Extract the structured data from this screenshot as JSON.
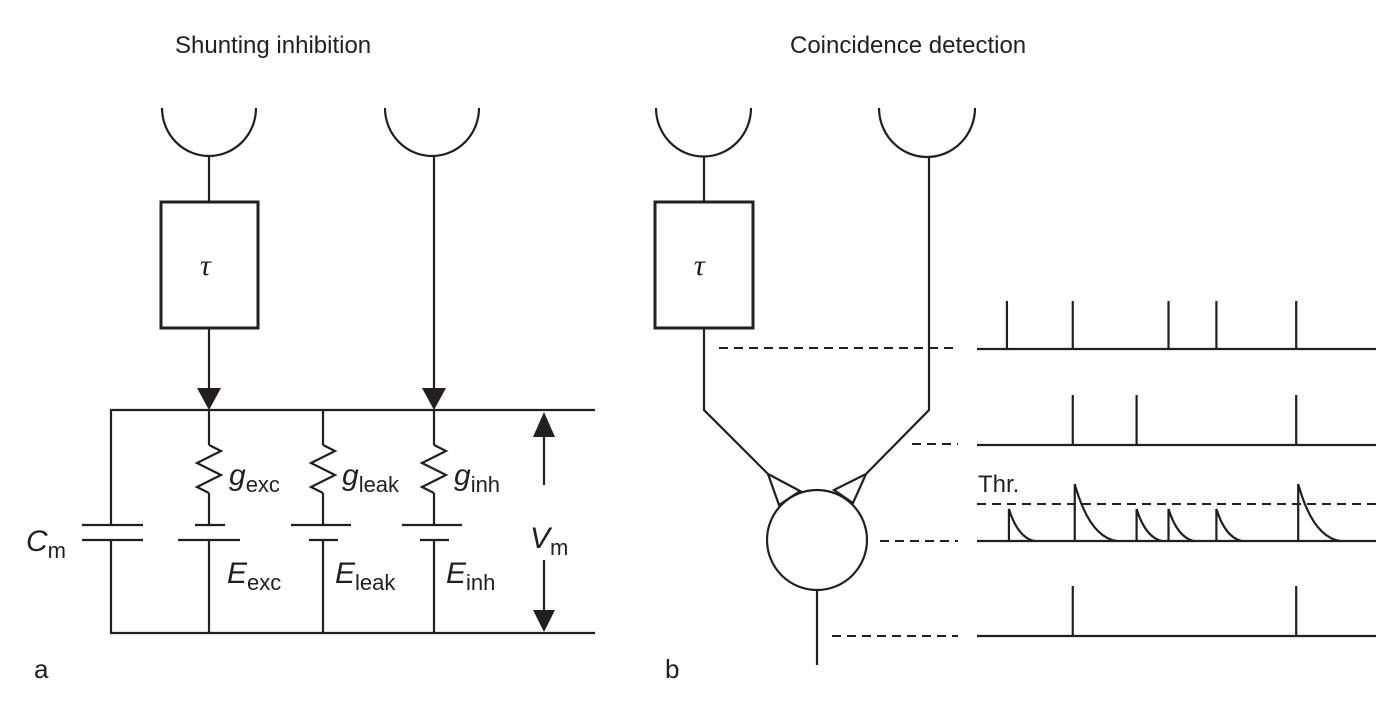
{
  "panel_a": {
    "title": "Shunting inhibition",
    "label": "a",
    "delay_symbol": "τ",
    "capacitor": {
      "symbol": "C",
      "subscript": "m"
    },
    "voltage": {
      "symbol": "V",
      "subscript": "m"
    },
    "branches": [
      {
        "name": "excitatory",
        "conductance": {
          "symbol": "g",
          "subscript": "exc"
        },
        "reversal": {
          "symbol": "E",
          "subscript": "exc"
        }
      },
      {
        "name": "leak",
        "conductance": {
          "symbol": "g",
          "subscript": "leak"
        },
        "reversal": {
          "symbol": "E",
          "subscript": "leak"
        }
      },
      {
        "name": "inhibitory",
        "conductance": {
          "symbol": "g",
          "subscript": "inh"
        },
        "reversal": {
          "symbol": "E",
          "subscript": "inh"
        }
      }
    ]
  },
  "panel_b": {
    "title": "Coincidence detection",
    "label": "b",
    "delay_symbol": "τ",
    "threshold_label": "Thr.",
    "traces": {
      "input_1_delayed_spike_times": [
        0.075,
        0.24,
        0.48,
        0.6,
        0.8
      ],
      "input_2_spike_times": [
        0.24,
        0.4,
        0.8
      ],
      "psp_times": [
        0.08,
        0.245,
        0.4,
        0.48,
        0.6,
        0.805
      ],
      "psp_suprathreshold": [
        false,
        true,
        false,
        false,
        false,
        true
      ],
      "output_spike_times": [
        0.24,
        0.8
      ]
    }
  }
}
